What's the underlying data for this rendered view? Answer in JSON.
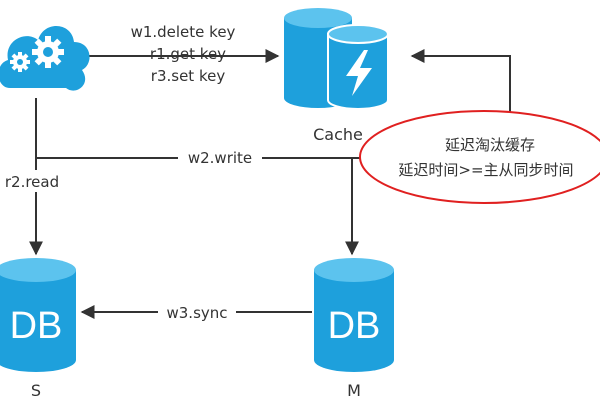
{
  "colors": {
    "node_blue": "#1ea0dc",
    "node_blue_light": "#5cc3ee",
    "line": "#333333",
    "annotation_red": "#e02020"
  },
  "app": {
    "icon": "gear-cloud-icon"
  },
  "cache": {
    "label": "Cache",
    "icon": "lightning-icon"
  },
  "edges": {
    "app_to_cache": [
      "w1.delete key",
      "r1.get key",
      "r3.set key"
    ],
    "write": "w2.write",
    "read": "r2.read",
    "sync": "w3.sync"
  },
  "annotation": {
    "line1": "延迟淘汰缓存",
    "line2": "延迟时间>=主从同步时间"
  },
  "db_slave": {
    "text": "DB",
    "label": "S"
  },
  "db_master": {
    "text": "DB",
    "label": "M"
  }
}
